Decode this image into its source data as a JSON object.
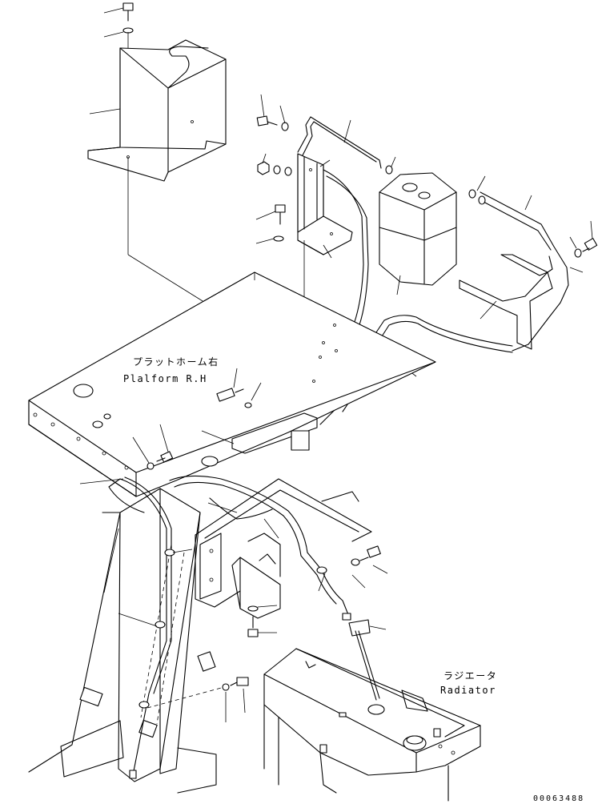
{
  "labels": {
    "platform_jp": "プラットホーム右",
    "platform_en": "Plalform R.H",
    "radiator_jp": "ラジエータ",
    "radiator_en": "Radiator",
    "drawing_code": "00063488"
  },
  "colors": {
    "line": "#000000",
    "background": "#ffffff"
  }
}
